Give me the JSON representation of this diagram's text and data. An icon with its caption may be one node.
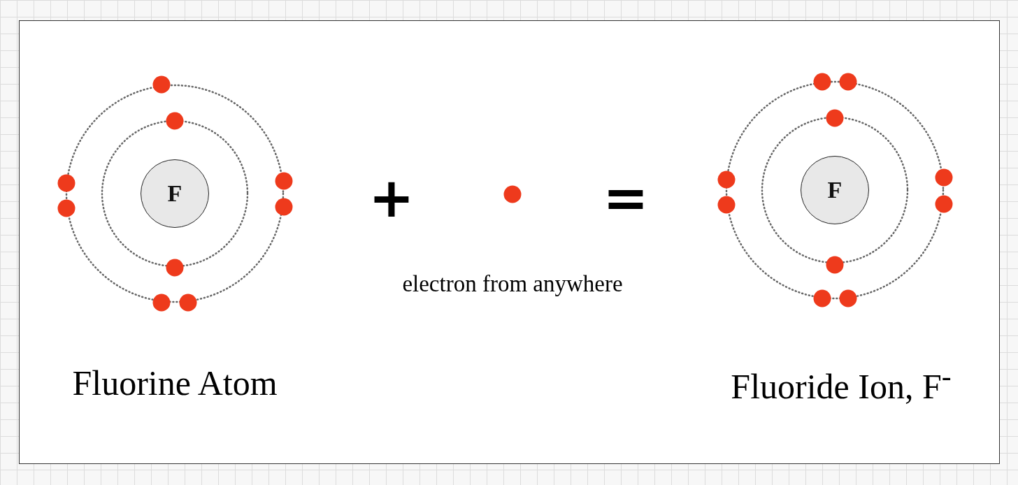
{
  "diagram": {
    "nodes": [
      {
        "text": [
          "F"
        ]
      },
      {
        "text": [
          "F"
        ]
      }
    ],
    "labels": [
      "+",
      "=",
      "electron from anywhere",
      "Fluorine Atom",
      "Fluoride Ion, F$^{-}$"
    ]
  }
}
